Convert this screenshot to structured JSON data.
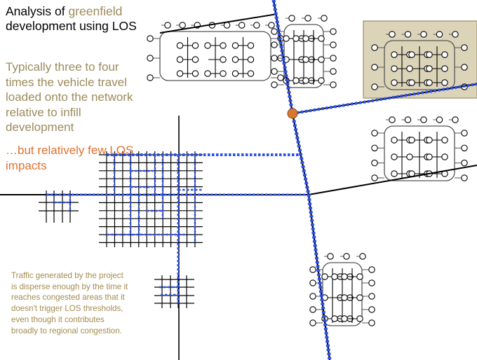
{
  "slide": {
    "title_prefix": "Analysis of ",
    "title_highlight": "greenfield",
    "title_suffix": " development using LOS",
    "body": "Typically three to four times the vehicle travel loaded onto the network relative to infill development",
    "callout": "…but relatively few LOS impacts",
    "note": "Traffic generated by the project is disperse enough by the time it reaches congested areas that it doesn't trigger LOS thresholds, even though it contributes broadly to regional  congestion."
  },
  "colors": {
    "road": "#000000",
    "traffic_flow": "#2b50ef",
    "intersection": "#d9782e",
    "highlight_box": "#dcd4b8",
    "title_accent": "#9c8b5c",
    "callout": "#e0722e"
  }
}
